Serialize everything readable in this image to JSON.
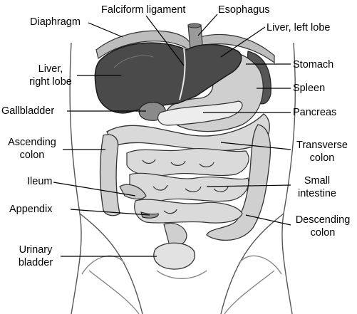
{
  "labels": {
    "diaphragm": "Diaphragm",
    "falciform": "Falciform ligament",
    "esophagus": "Esophagus",
    "liver_left": "Liver, left lobe",
    "liver_right": "Liver,\nright lobe",
    "stomach": "Stomach",
    "spleen": "Spleen",
    "gallbladder": "Gallbladder",
    "pancreas": "Pancreas",
    "ascending_colon": "Ascending\ncolon",
    "transverse_colon": "Transverse\ncolon",
    "ileum": "Ileum",
    "small_intestine": "Small\nintestine",
    "appendix": "Appendix",
    "descending_colon": "Descending\ncolon",
    "urinary_bladder": "Urinary\nbladder"
  },
  "colors": {
    "liver": "#4a4a4a",
    "organ_light": "#d4d4d4",
    "organ_mid": "#a8a8a8",
    "outline": "#2a2a2a",
    "leader": "#000000"
  }
}
